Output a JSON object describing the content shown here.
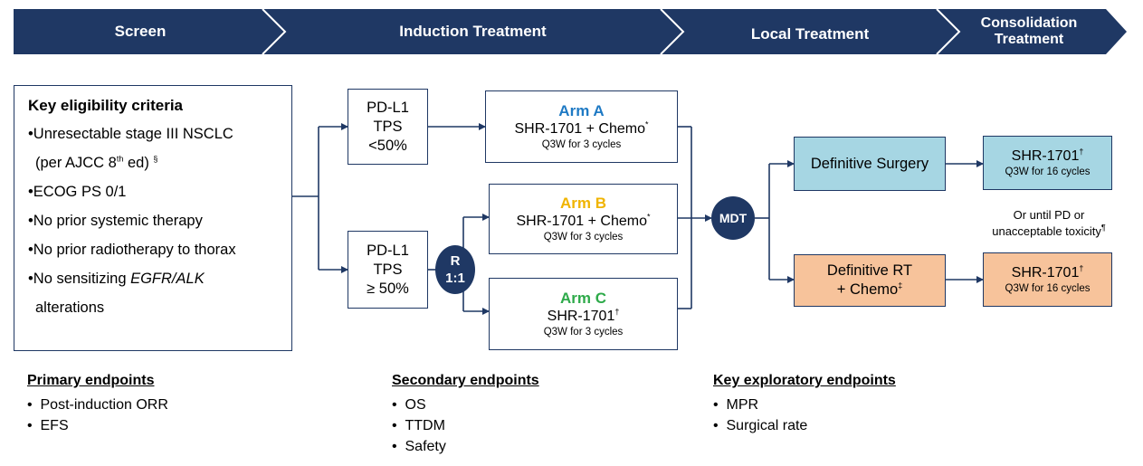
{
  "phases": [
    {
      "label": "Screen"
    },
    {
      "label": "Induction Treatment"
    },
    {
      "label": "Local Treatment"
    },
    {
      "label": "Consolidation Treatment"
    }
  ],
  "eligibility": {
    "title": "Key eligibility criteria",
    "items": [
      {
        "text": "Unresectable stage III NSCLC"
      },
      {
        "text": "(per AJCC 8",
        "sup1": "th",
        "text2": " ed)",
        "sup2": "§"
      },
      {
        "text": "ECOG PS 0/1"
      },
      {
        "text": "No prior systemic therapy"
      },
      {
        "text": "No prior radiotherapy to thorax"
      },
      {
        "text": "No sensitizing ",
        "italic": "EGFR/ALK"
      },
      {
        "text": "alterations"
      }
    ]
  },
  "pdl1_low": {
    "line1": "PD-L1",
    "line2": "TPS",
    "line3": "<50%"
  },
  "pdl1_high": {
    "line1": "PD-L1",
    "line2": "TPS",
    "line3": "≥ 50%"
  },
  "randomization": {
    "line1": "R",
    "line2": "1:1"
  },
  "arms": {
    "a": {
      "title": "Arm A",
      "main": "SHR-1701 + Chemo",
      "sup": "*",
      "sub": "Q3W for 3 cycles",
      "color": "#1f7ac4"
    },
    "b": {
      "title": "Arm B",
      "main": "SHR-1701 + Chemo",
      "sup": "*",
      "sub": "Q3W for 3 cycles",
      "color": "#f0b400"
    },
    "c": {
      "title": "Arm C",
      "main": "SHR-1701",
      "sup": "†",
      "sub": "Q3W for 3 cycles",
      "color": "#2eaa4a"
    }
  },
  "mdt": "MDT",
  "local": {
    "surgery": {
      "label": "Definitive Surgery",
      "color": "#a6d6e3"
    },
    "rt": {
      "line1": "Definitive RT",
      "line2": "+ Chemo",
      "sup": "‡",
      "color": "#f7c39b"
    }
  },
  "consolidation": {
    "after_surgery": {
      "main": "SHR-1701",
      "sup": "†",
      "sub": "Q3W for 16 cycles"
    },
    "after_rt": {
      "main": "SHR-1701",
      "sup": "†",
      "sub": "Q3W for 16 cycles"
    },
    "note_line1": "Or until PD or",
    "note_line2": "unacceptable toxicity",
    "note_sup": "¶"
  },
  "endpoints": {
    "primary": {
      "title": "Primary endpoints",
      "items": [
        "Post-induction ORR",
        "EFS"
      ]
    },
    "secondary": {
      "title": "Secondary endpoints",
      "items": [
        "OS",
        "TTDM",
        "Safety"
      ]
    },
    "exploratory": {
      "title": "Key exploratory endpoints",
      "items": [
        "MPR",
        "Surgical rate"
      ]
    }
  },
  "colors": {
    "navy": "#1f3864",
    "banner": "#1f3864"
  }
}
